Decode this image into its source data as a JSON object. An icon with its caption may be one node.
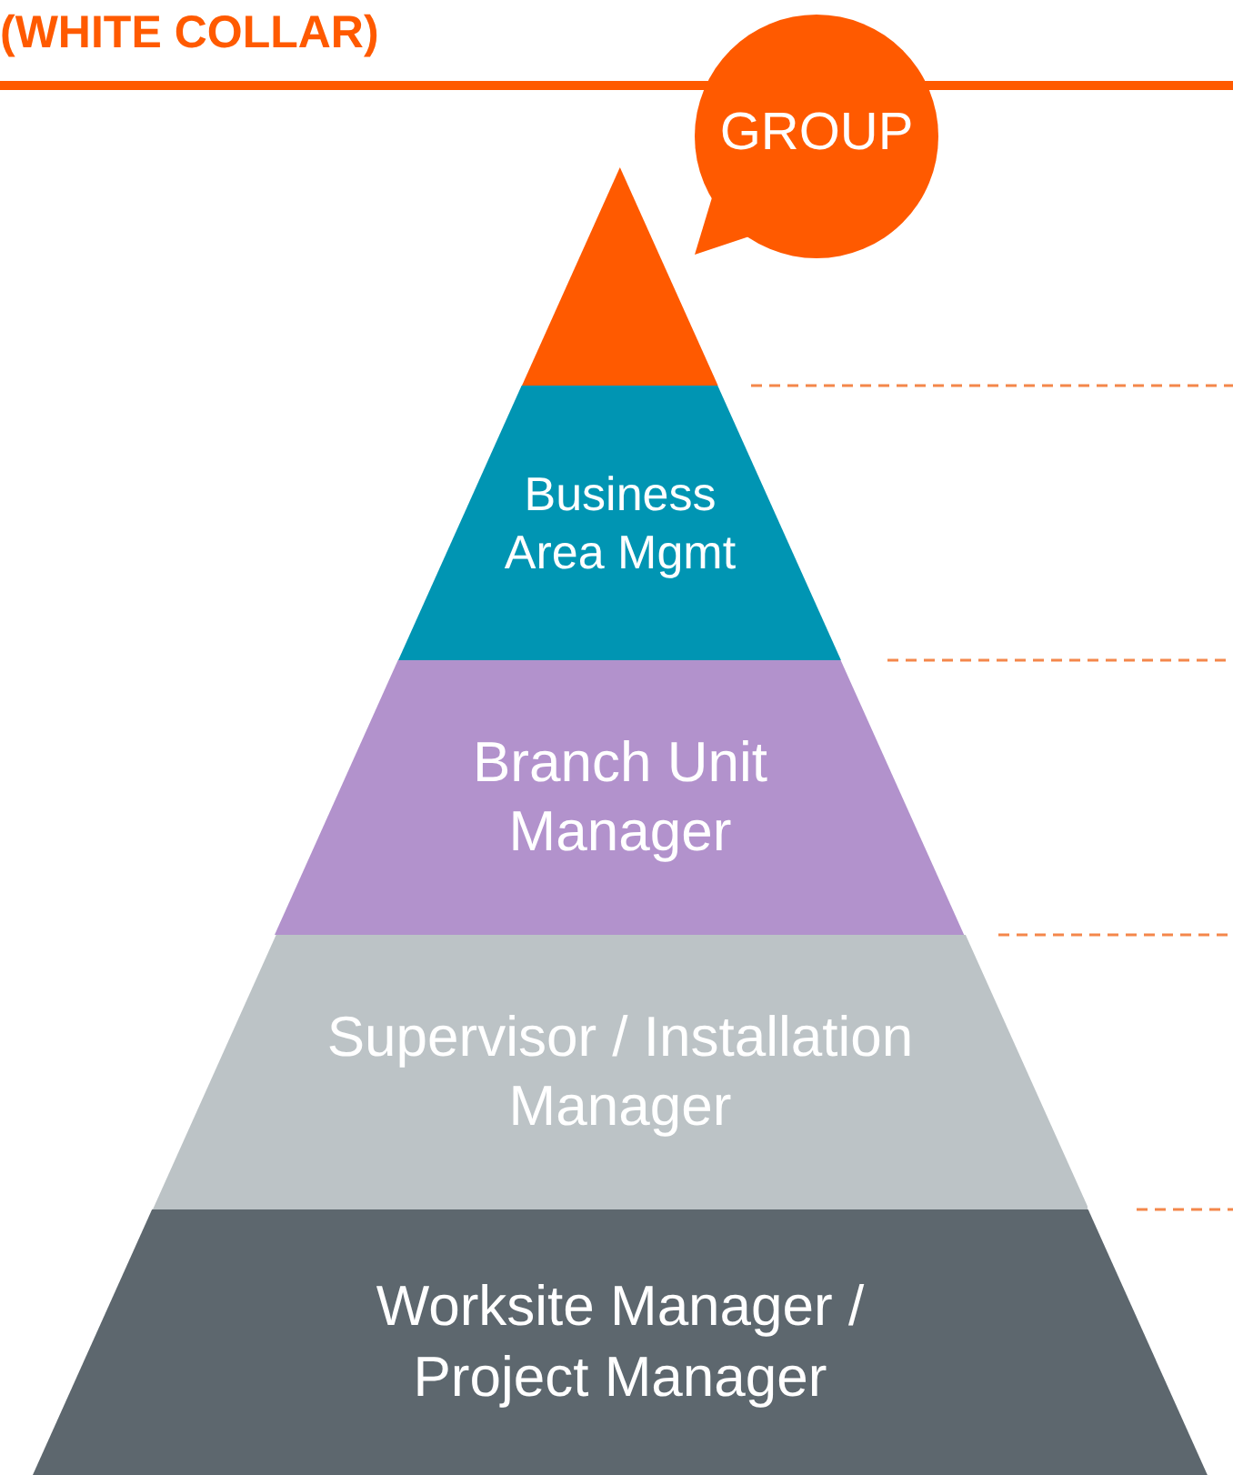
{
  "diagram": {
    "title": "(WHITE COLLAR)",
    "nodes": [
      {
        "text": [],
        "shape": "triangle"
      },
      {
        "text": [
          "Business Area Mgmt"
        ]
      },
      {
        "text": [
          "Branch Unit Manager"
        ]
      },
      {
        "text": [
          "Supervisor / Installation Manager"
        ]
      },
      {
        "text": [
          "Worksite Manager / Project Manager"
        ]
      },
      {
        "text": [
          "GROUP"
        ]
      }
    ],
    "edges": []
  }
}
